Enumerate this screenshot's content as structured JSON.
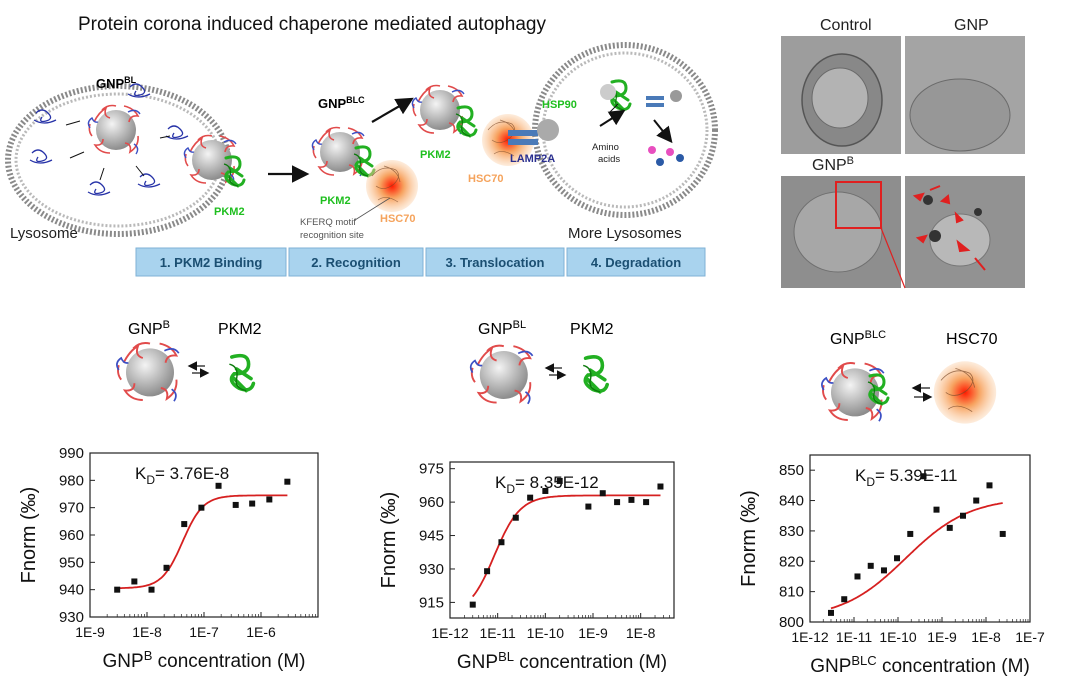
{
  "title": "Protein corona induced chaperone mediated autophagy",
  "colors": {
    "blue_box": "#a9d3ee",
    "box_text": "#1b4f72",
    "green": "#1fbf1f",
    "orange": "#f5a35c",
    "blue_label": "#2a2f8f",
    "red_fit": "#d62020",
    "lysosome": "#9a9a9a"
  },
  "schematic": {
    "gnp_bl": {
      "base": "GNP",
      "sup": "BL"
    },
    "gnp_blc": {
      "base": "GNP",
      "sup": "BLC"
    },
    "pkm2": "PKM2",
    "hsc70": "HSC70",
    "hsp90": "HSP90",
    "lamp2a": "LAMP2A",
    "amino_acids": [
      "Amino",
      "acids"
    ],
    "kferq": [
      "KFERQ motif",
      "recognition site"
    ],
    "lysosome_label": "Lysosome",
    "more_lysosomes": "More Lysosomes",
    "steps": [
      "1. PKM2 Binding",
      "2. Recognition",
      "3. Translocation",
      "4. Degradation"
    ]
  },
  "em_panel": {
    "labels": [
      "Control",
      "GNP"
    ],
    "gnpb": {
      "base": "GNP",
      "sup": "B"
    }
  },
  "binding_pairs": [
    {
      "ligand": {
        "base": "GNP",
        "sup": "B"
      },
      "target": "PKM2"
    },
    {
      "ligand": {
        "base": "GNP",
        "sup": "BL"
      },
      "target": "PKM2"
    },
    {
      "ligand": {
        "base": "GNP",
        "sup": "BLC"
      },
      "target": "HSC70"
    }
  ],
  "chart_data": [
    {
      "type": "scatter",
      "kd_label": "= 3.76E-8",
      "ylabel": "Fnorm (‰)",
      "xlabel": {
        "base": "GNP",
        "sup": "B",
        "rest": " concentration (M)"
      },
      "x_scale": "log",
      "xlim": [
        1e-09,
        1e-05
      ],
      "ylim": [
        930,
        990
      ],
      "yticks": [
        930,
        940,
        950,
        960,
        970,
        980,
        990
      ],
      "xtick_labels": [
        "1E-9",
        "1E-8",
        "1E-7",
        "1E-6"
      ],
      "x_points": [
        3e-09,
        6e-09,
        1.2e-08,
        2.2e-08,
        4.5e-08,
        9e-08,
        1.8e-07,
        3.6e-07,
        7e-07,
        1.4e-06,
        2.9e-06
      ],
      "y_points": [
        940,
        943,
        940,
        948,
        964,
        970,
        978,
        971,
        971.5,
        973,
        979.5
      ],
      "fit_params": {
        "bottom": 940.5,
        "top": 974.5,
        "ec50": 4.2e-08,
        "hill": 2.4
      }
    },
    {
      "type": "scatter",
      "kd_label": "= 8.35E-12",
      "ylabel": "Fnorm (‰)",
      "xlabel": {
        "base": "GNP",
        "sup": "BL",
        "rest": " concentration (M)"
      },
      "x_scale": "log",
      "xlim": [
        1e-12,
        5e-08
      ],
      "ylim": [
        908,
        978
      ],
      "yticks": [
        915,
        930,
        945,
        960,
        975
      ],
      "xtick_labels": [
        "1E-12",
        "1E-11",
        "1E-10",
        "1E-9",
        "1E-8"
      ],
      "x_points": [
        3e-12,
        6e-12,
        1.2e-11,
        2.4e-11,
        4.8e-11,
        1e-10,
        2e-10,
        8e-10,
        1.6e-09,
        3.2e-09,
        6.4e-09,
        1.3e-08,
        2.6e-08
      ],
      "y_points": [
        914,
        929,
        942,
        953,
        962,
        965,
        969.5,
        958,
        964,
        960,
        961,
        960,
        967
      ],
      "fit_params": {
        "bottom": 909,
        "top": 963,
        "ec50": 8.5e-12,
        "hill": 1.6
      }
    },
    {
      "type": "scatter",
      "kd_label": "= 5.39E-11",
      "ylabel": "Fnorm (‰)",
      "xlabel": {
        "base": "GNP",
        "sup": "BLC",
        "rest": " concentration (M)"
      },
      "x_scale": "log",
      "xlim": [
        1e-12,
        1e-07
      ],
      "ylim": [
        800,
        855
      ],
      "yticks": [
        800,
        810,
        820,
        830,
        840,
        850
      ],
      "xtick_labels": [
        "1E-12",
        "1E-11",
        "1E-10",
        "1E-9",
        "1E-8",
        "1E-7"
      ],
      "x_points": [
        3e-12,
        6e-12,
        1.2e-11,
        2.4e-11,
        4.8e-11,
        9.5e-11,
        1.9e-10,
        3.8e-10,
        7.5e-10,
        1.5e-09,
        3e-09,
        6e-09,
        1.2e-08,
        2.4e-08
      ],
      "y_points": [
        803,
        807.5,
        815,
        818.5,
        817,
        821,
        829,
        848,
        837,
        831,
        835,
        840,
        845,
        829
      ],
      "fit_params": {
        "bottom": 801,
        "top": 841,
        "ec50": 1.5e-10,
        "hill": 0.6
      }
    }
  ]
}
